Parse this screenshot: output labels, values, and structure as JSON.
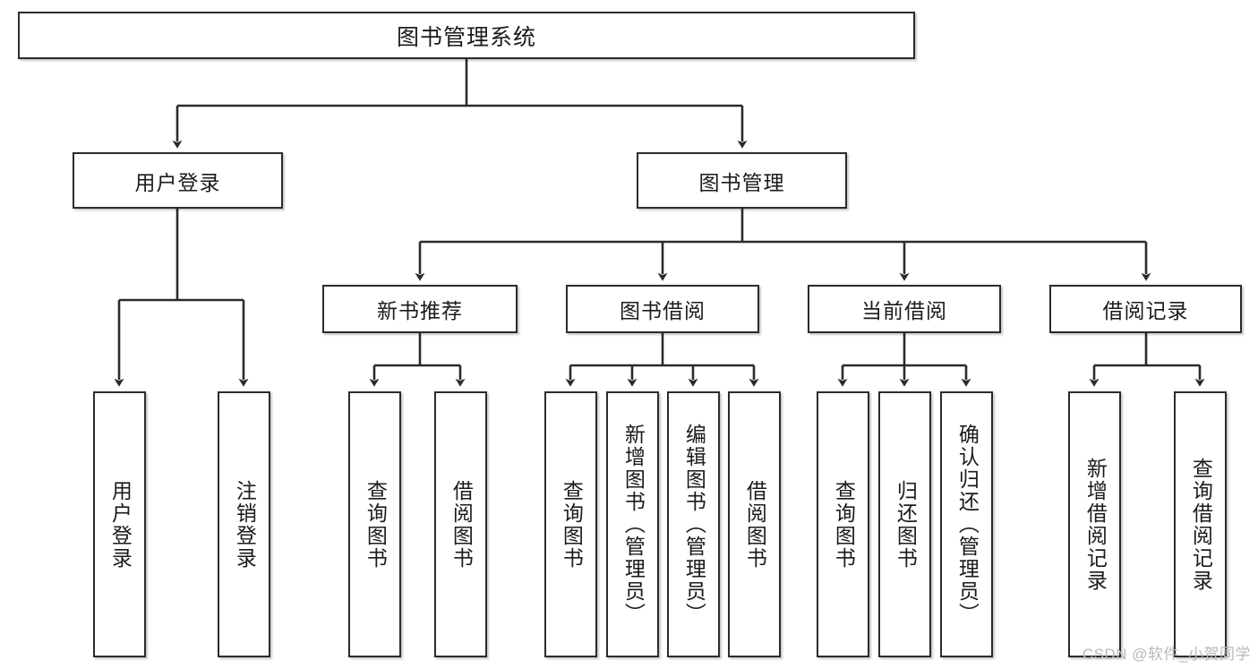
{
  "diagram": {
    "title": "图书管理系统",
    "type": "hierarchy-tree",
    "root": {
      "label": "图书管理系统"
    },
    "tier1": [
      {
        "label": "用户登录"
      },
      {
        "label": "图书管理"
      }
    ],
    "tier2": [
      {
        "label": "新书推荐"
      },
      {
        "label": "图书借阅"
      },
      {
        "label": "当前借阅"
      },
      {
        "label": "借阅记录"
      }
    ],
    "leaves": {
      "user_login": [
        {
          "label": "用户登录"
        },
        {
          "label": "注销登录"
        }
      ],
      "new_book_recommend": [
        {
          "label": "查询图书"
        },
        {
          "label": "借阅图书"
        }
      ],
      "book_borrow": [
        {
          "label": "查询图书"
        },
        {
          "label": "新增图书（管理员）"
        },
        {
          "label": "编辑图书（管理员）"
        },
        {
          "label": "借阅图书"
        }
      ],
      "current_borrow": [
        {
          "label": "查询图书"
        },
        {
          "label": "归还图书"
        },
        {
          "label": "确认归还（管理员）"
        }
      ],
      "borrow_record": [
        {
          "label": "新增借阅记录"
        },
        {
          "label": "查询借阅记录"
        }
      ]
    }
  },
  "watermark": {
    "text": "CSDN @软件_小贺同学"
  },
  "colors": {
    "stroke": "#2b2b2b",
    "background": "#ffffff",
    "text": "#1b1b1b",
    "watermark": "#b9b9b9"
  }
}
